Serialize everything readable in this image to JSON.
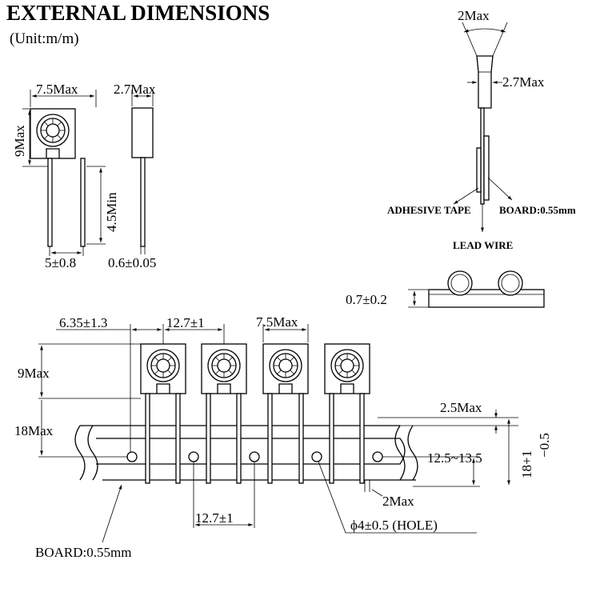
{
  "header": {
    "title": "EXTERNAL DIMENSIONS",
    "unit": "(Unit:m/m)"
  },
  "single_part": {
    "width": "7.5Max",
    "thickness": "2.7Max",
    "height": "9Max",
    "lead_length": "4.5Min",
    "lead_pitch": "5±0.8",
    "lead_dia": "0.6±0.05"
  },
  "taped_side_view": {
    "top_width": "2Max",
    "body_thickness": "2.7Max",
    "labels": {
      "adhesive_tape": "ADHESIVE TAPE",
      "board": "BOARD:0.55mm",
      "lead_wire": "LEAD WIRE"
    }
  },
  "tape_thickness": "0.7±0.2",
  "taped_front_view": {
    "offset": "6.35±1.3",
    "pitch_top": "12.7±1",
    "part_width": "7.5Max",
    "part_height": "9Max",
    "overall_height": "18Max",
    "tape_edge": "2.5Max",
    "hole_span": "12.5~13.5",
    "total_height_main": "18+1",
    "total_height_tol": "−0.5",
    "lead_protrusion": "2Max",
    "pitch_bottom": "12.7±1",
    "hole": "ϕ4±0.5 (HOLE)",
    "board": "BOARD:0.55mm"
  }
}
